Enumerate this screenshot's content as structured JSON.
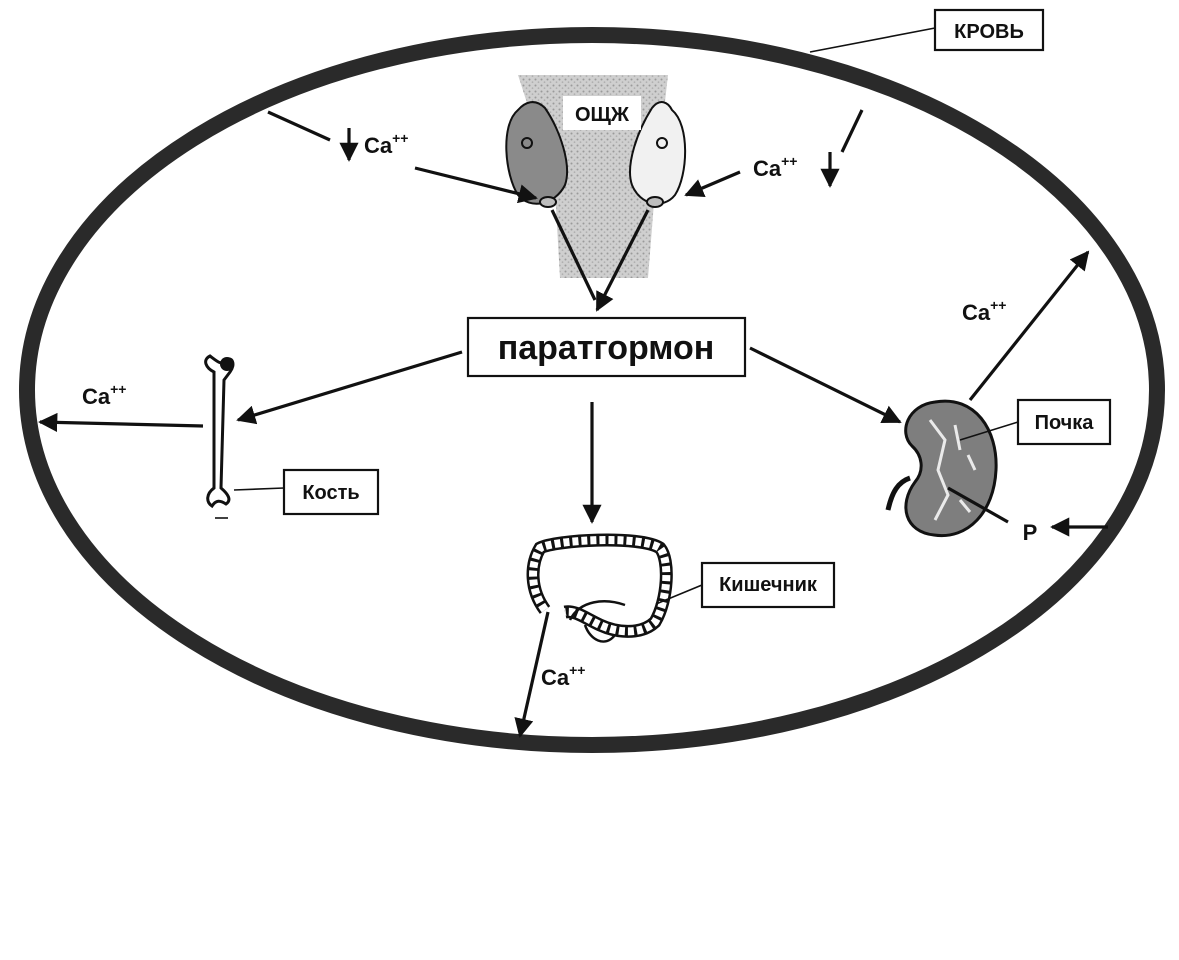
{
  "labels": {
    "blood": "КРОВЬ",
    "parathyroid": "ОЩЖ",
    "hormone": "паратгормон",
    "bone": "Кость",
    "kidney": "Почка",
    "intestine": "Кишечник",
    "phosphate": "P"
  },
  "ions": {
    "base": "Ca",
    "charge": "++"
  }
}
